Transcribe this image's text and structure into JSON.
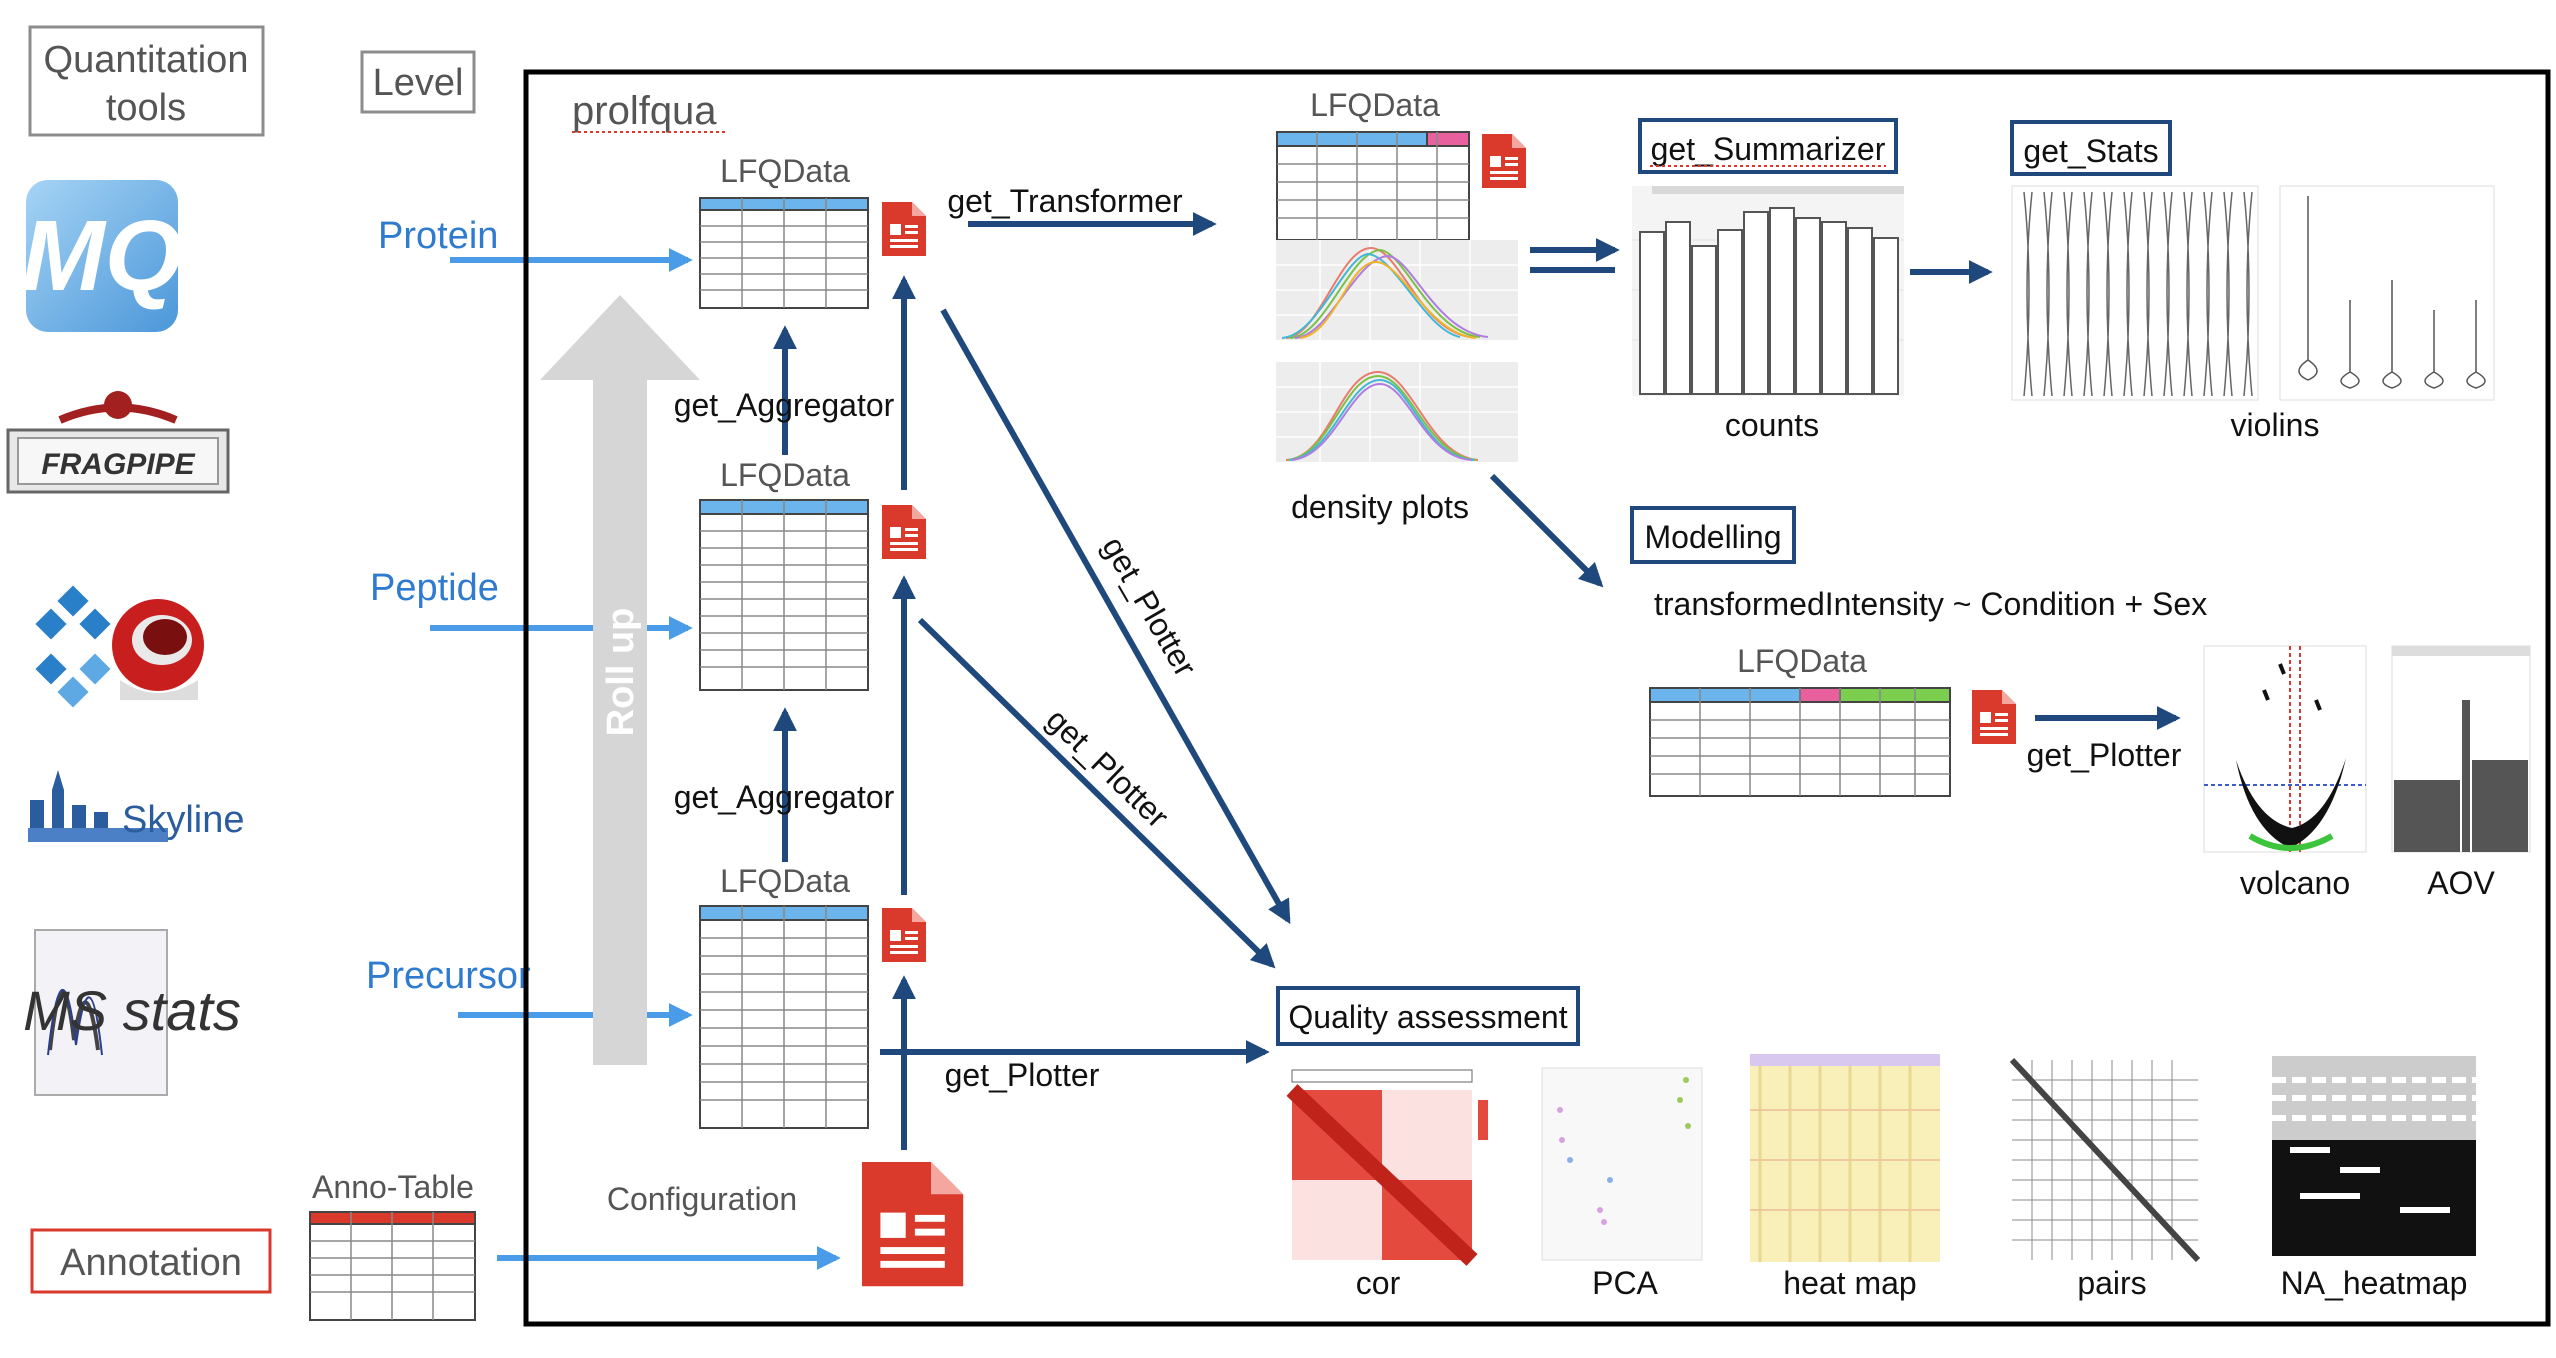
{
  "left_column": {
    "quantitation_tools_label": "Quantitation\ntools",
    "tools": [
      {
        "name": "maxquant-logo",
        "text": "MQ"
      },
      {
        "name": "fragpipe-logo",
        "text": "FRAGPIPE"
      },
      {
        "name": "spectronaut-logo",
        "text": ""
      },
      {
        "name": "skyline-logo",
        "text": "Skyline"
      },
      {
        "name": "msstats-logo",
        "text": "MS stats"
      }
    ],
    "annotation_label": "Annotation"
  },
  "levels": {
    "header": "Level",
    "protein": "Protein",
    "peptide": "Peptide",
    "precursor": "Precursor"
  },
  "frame": {
    "title": "prolfqua"
  },
  "roll_up_label": "Roll up",
  "lfqdata_label": "LFQData",
  "anno_table_label": "Anno-Table",
  "configuration_label": "Configuration",
  "functions": {
    "get_transformer": "get_Transformer",
    "get_aggregator": "get_Aggregator",
    "get_plotter": "get_Plotter",
    "get_summarizer": "get_Summarizer",
    "get_stats": "get_Stats"
  },
  "boxes": {
    "modelling": "Modelling",
    "quality_assessment": "Quality assessment"
  },
  "formula": "transformedIntensity ~ Condition +  Sex",
  "plot_captions": {
    "density": "density plots",
    "counts": "counts",
    "violins": "violins",
    "volcano": "volcano",
    "aov": "AOV",
    "cor": "cor",
    "pca": "PCA",
    "heatmap": "heat map",
    "pairs": "pairs",
    "na_heatmap": "NA_heatmap"
  },
  "colors": {
    "arrow_blue": "#4a9ce8",
    "dark_navy": "#1f497d",
    "doc_red": "#d93a2b",
    "header_blue": "#6cb4ec",
    "header_pink": "#e8609e",
    "header_green": "#7ccf4e",
    "label_blue": "#2f7bd0"
  }
}
